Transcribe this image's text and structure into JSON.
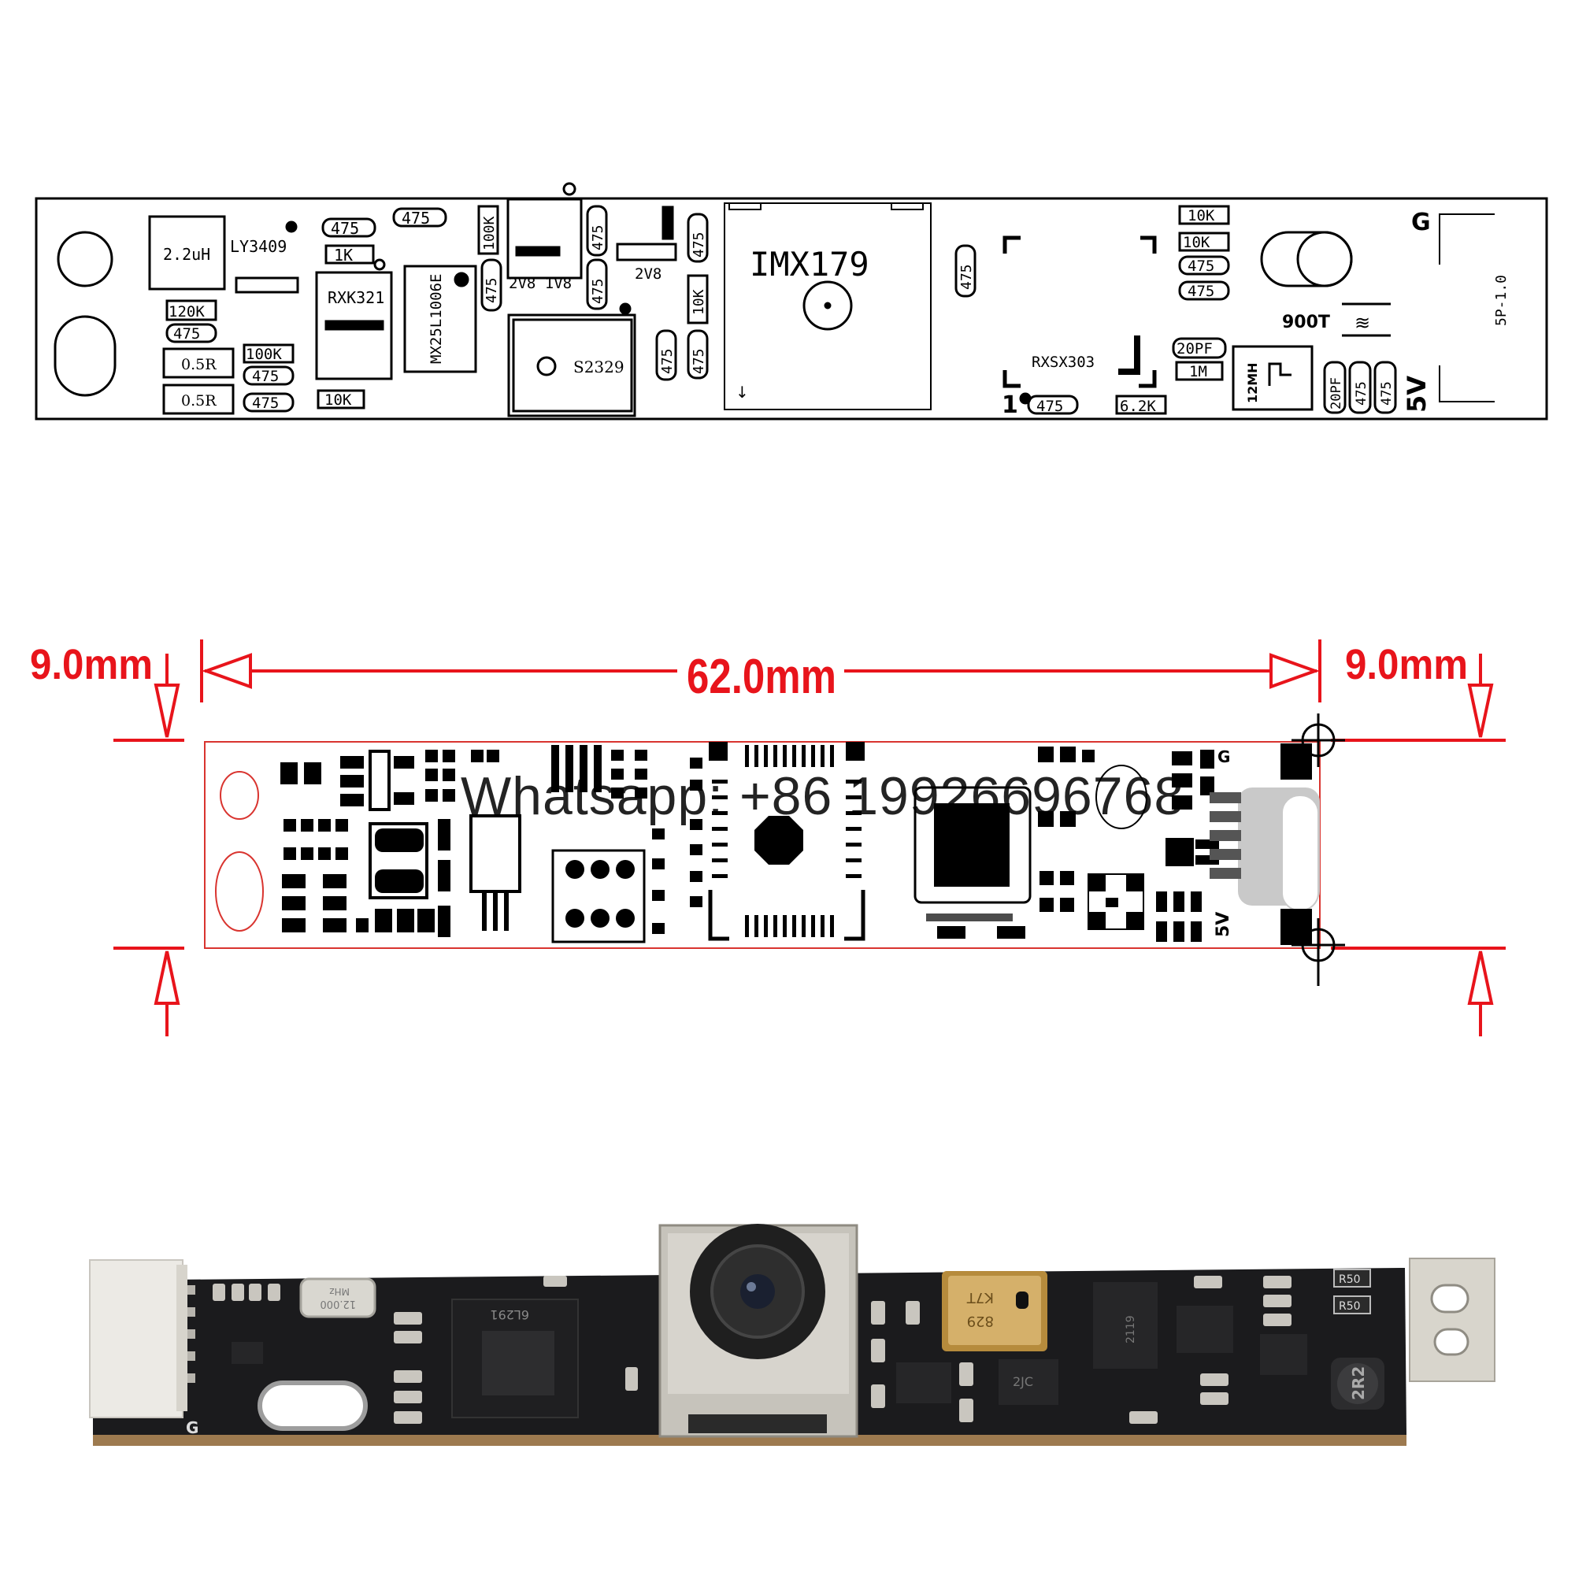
{
  "silkscreen": {
    "inductor": "2.2uH",
    "ic_ly": "LY3409",
    "ic_rxk": "RXK321",
    "flash": "MX25L1006E",
    "sensor": "IMX179",
    "reg_2v8_1v8": "2V8 1V8",
    "reg_2v8": "2V8",
    "s2329": "S2329",
    "rxsx": "RXSX303",
    "mic": "12MH",
    "osc": "900T",
    "version": "5P-1.0",
    "pin_g": "G",
    "pin_5v": "5V",
    "pin_1": "1",
    "r_475": "475",
    "r_1k": "1K",
    "r_10k": "10K",
    "r_100k": "100K",
    "r_120k": "120K",
    "r_0_5r": "0.5R",
    "r_6_2k": "6.2K",
    "c_20pf": "20PF",
    "r_1m": "1M"
  },
  "dimensions": {
    "left_height": "9.0mm",
    "length": "62.0mm",
    "right_height": "9.0mm"
  },
  "watermark": "Whatsapp: +86 19926696768",
  "photo": {
    "crystal_top": "12.000",
    "crystal_bottom": "MHz",
    "chip": "6L291",
    "mic_top": "K7T",
    "mic_bottom": "829",
    "inductor": "2R2",
    "r_top": "R50",
    "r_bottom": "R50",
    "chip2": "2119",
    "chip3": "2JC",
    "pin_g": "G"
  },
  "colors": {
    "dimension_red": "#e8141b",
    "outline_red": "#d9342f",
    "pcb_black": "#1b1b1d",
    "connector_white": "#eceae5"
  }
}
